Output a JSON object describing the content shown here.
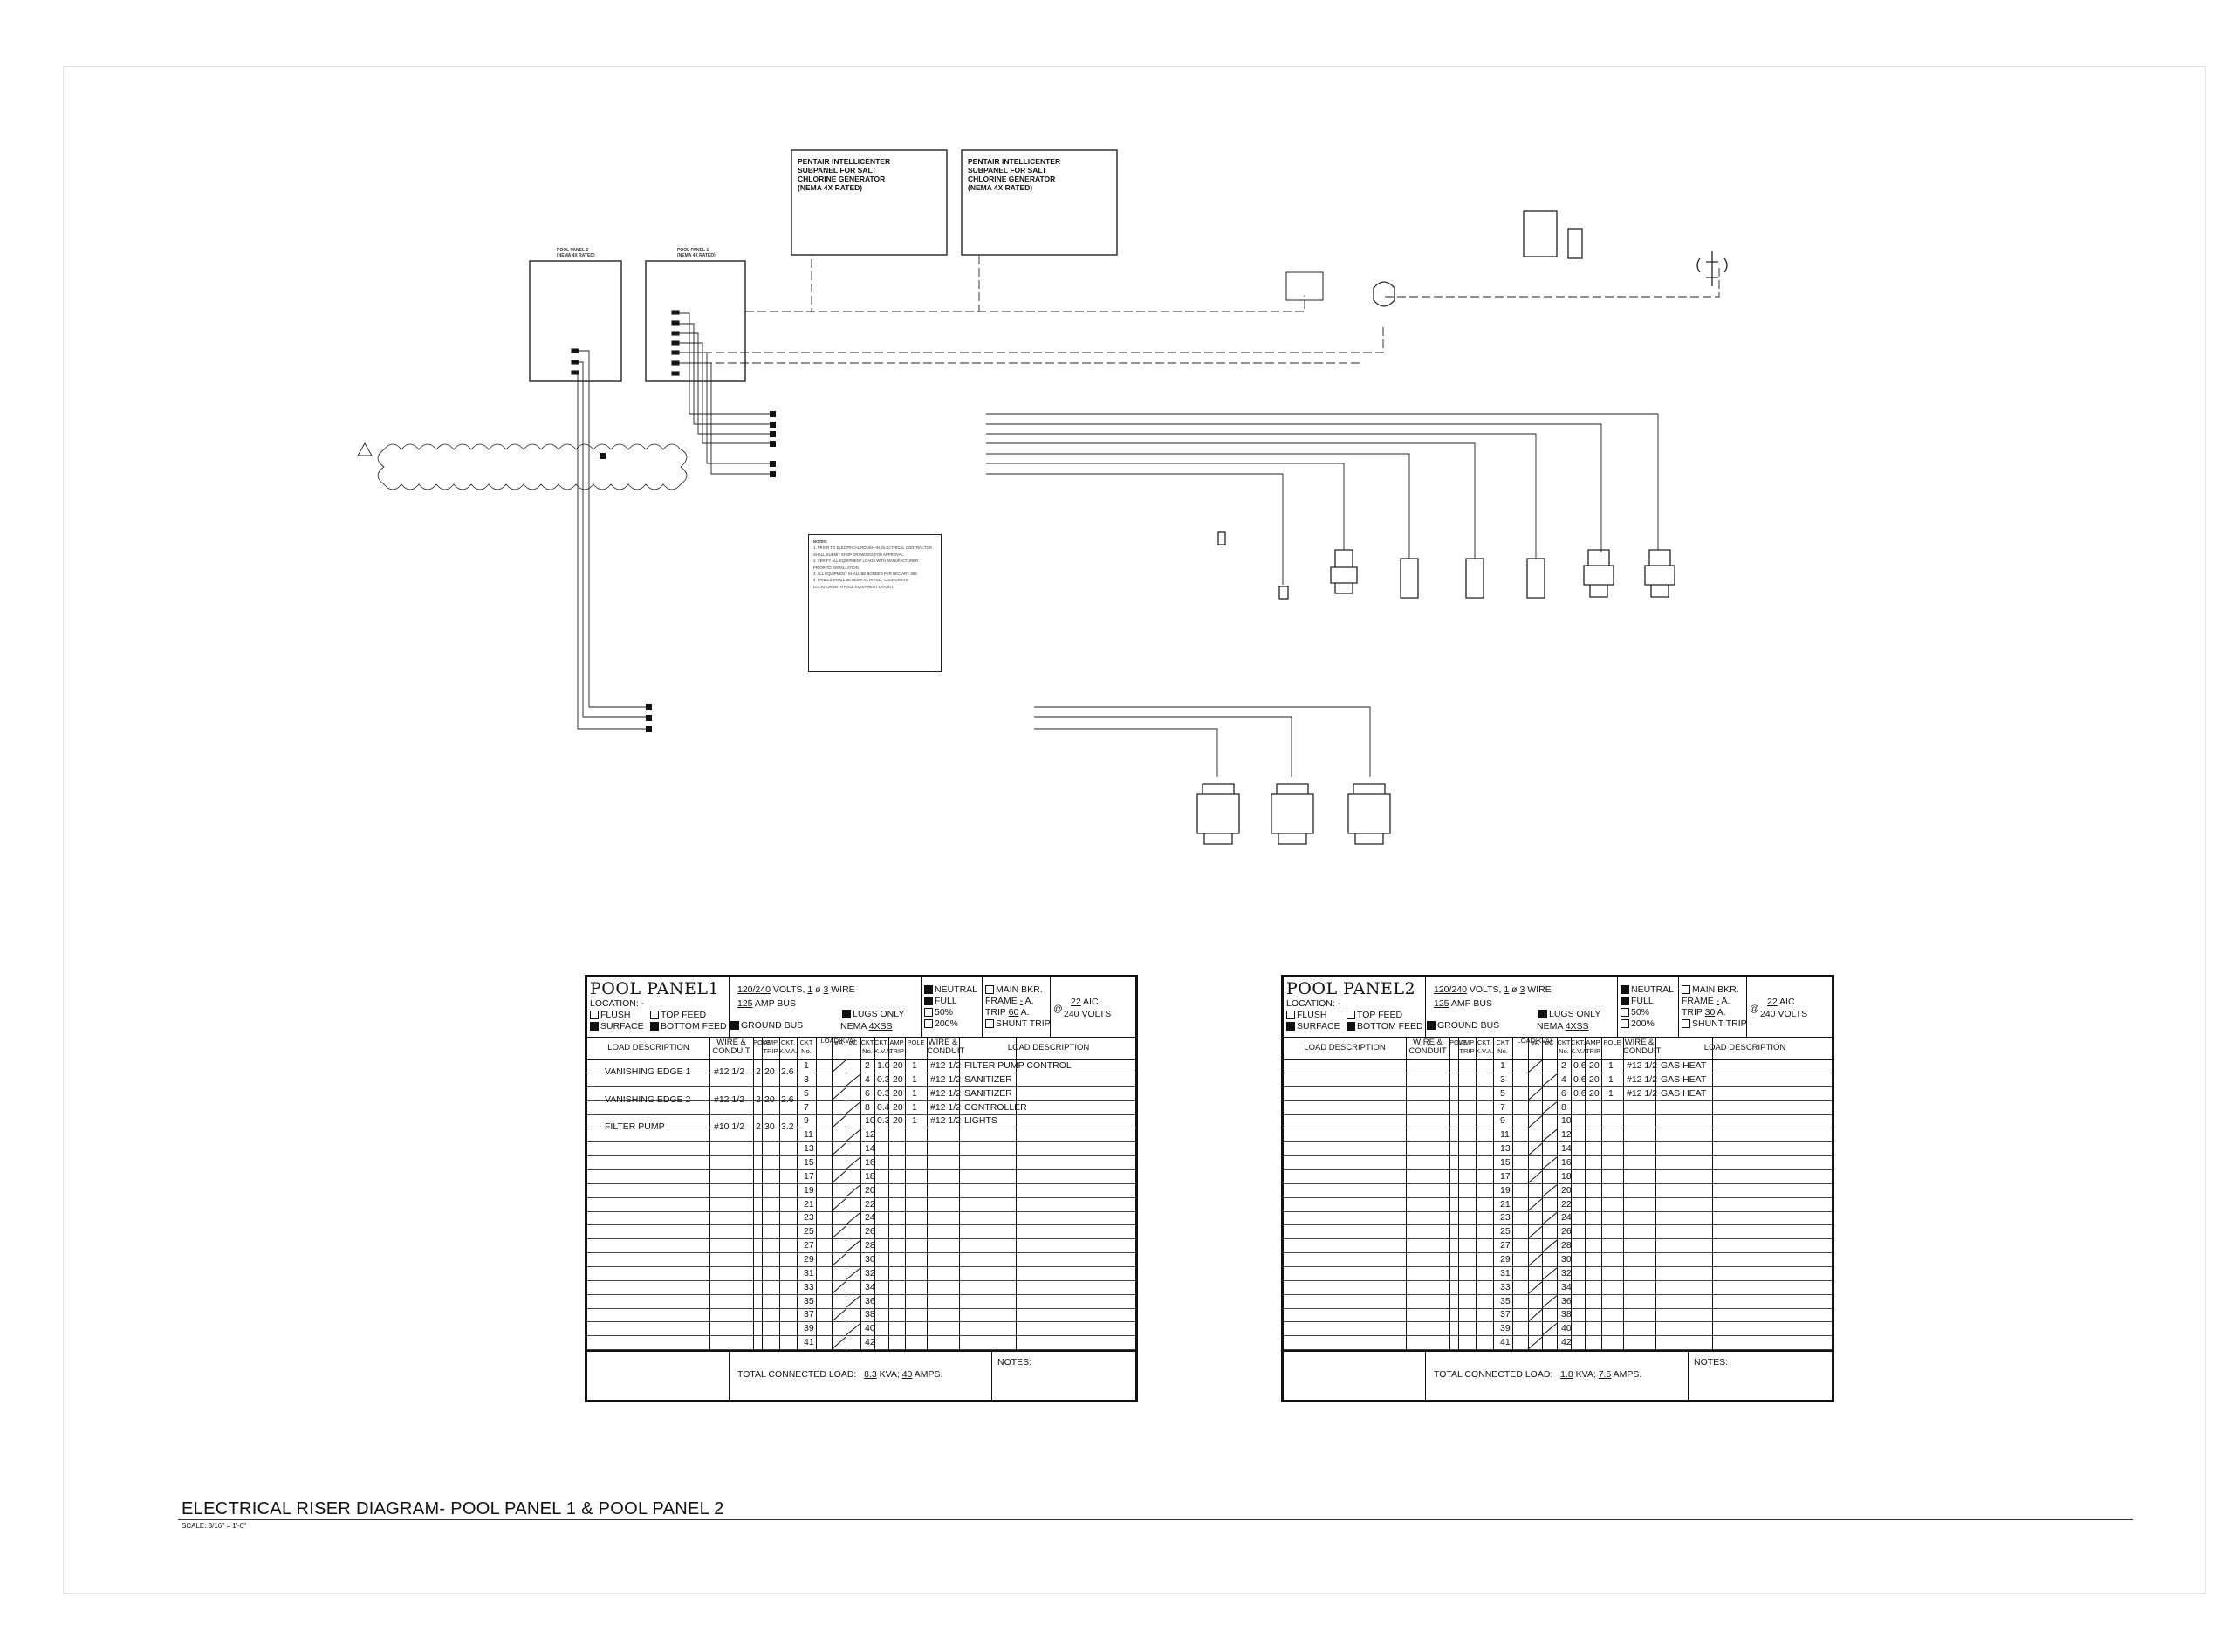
{
  "boxes": {
    "subpanel_a": [
      "PENTAIR INTELLICENTER",
      "SUBPANEL FOR SALT",
      "CHLORINE GENERATOR",
      "(NEMA 4X RATED)"
    ],
    "subpanel_b": [
      "PENTAIR INTELLICENTER",
      "SUBPANEL FOR SALT",
      "CHLORINE GENERATOR",
      "(NEMA 4X RATED)"
    ],
    "pool_panel_2_label": "POOL PANEL 2\n(NEMA 4X RATED)",
    "pool_panel_1_label": "POOL PANEL 1\n(NEMA 4X RATED)"
  },
  "notes_box": {
    "heading": "NOTES:",
    "lines": [
      "1. PRIOR TO ELECTRICAL ROUGH-IN, ELECTRICAL CONTRACTOR",
      "SHALL SUBMIT SHOP DRAWINGS FOR APPROVAL.",
      "2. VERIFY ALL EQUIPMENT LOADS WITH MANUFACTURER",
      "PRIOR TO INSTALLATION.",
      "3. ALL EQUIPMENT SHALL BE BONDED PER NEC ART. 680.",
      "4. PANELS SHALL BE NEMA 4X RATED, COORDINATE",
      "LOCATION WITH POOL EQUIPMENT LAYOUT."
    ]
  },
  "pool_panel_1": {
    "name": "POOL PANEL1",
    "volts": "120/240",
    "phase": "1",
    "wire": "3",
    "amp_bus": "125",
    "location": "LOCATION: -",
    "nema": "4XSS",
    "main_bkr_frame": "-",
    "main_bkr_trip": "60",
    "aic": "22",
    "aic_volts": "240",
    "total_kva": "8.3",
    "total_amps": "40",
    "left_loads": [
      {
        "desc": "VANISHING EDGE 1",
        "wire": "#12 1/2",
        "pole": "2",
        "amp": "20",
        "kva": "2.6"
      },
      {
        "desc": "VANISHING EDGE 2",
        "wire": "#12 1/2",
        "pole": "2",
        "amp": "20",
        "kva": "2.6"
      },
      {
        "desc": "FILTER PUMP",
        "wire": "#10 1/2",
        "pole": "2",
        "amp": "30",
        "kva": "3.2"
      }
    ],
    "right_loads": [
      {
        "kva": "1.0",
        "amp": "20",
        "pole": "1",
        "wire": "#12 1/2",
        "desc": "FILTER PUMP CONTROL"
      },
      {
        "kva": "0.3",
        "amp": "20",
        "pole": "1",
        "wire": "#12 1/2",
        "desc": "SANITIZER"
      },
      {
        "kva": "0.3",
        "amp": "20",
        "pole": "1",
        "wire": "#12 1/2",
        "desc": "SANITIZER"
      },
      {
        "kva": "0.4",
        "amp": "20",
        "pole": "1",
        "wire": "#12 1/2",
        "desc": "CONTROLLER"
      },
      {
        "kva": "0.3",
        "amp": "20",
        "pole": "1",
        "wire": "#12 1/2",
        "desc": "LIGHTS"
      }
    ]
  },
  "pool_panel_2": {
    "name": "POOL PANEL2",
    "volts": "120/240",
    "phase": "1",
    "wire": "3",
    "amp_bus": "125",
    "location": "LOCATION: -",
    "nema": "4XSS",
    "main_bkr_frame": "-",
    "main_bkr_trip": "30",
    "aic": "22",
    "aic_volts": "240",
    "total_kva": "1.8",
    "total_amps": "7.5",
    "left_loads": [],
    "right_loads": [
      {
        "kva": "0.6",
        "amp": "20",
        "pole": "1",
        "wire": "#12 1/2",
        "desc": "GAS HEAT"
      },
      {
        "kva": "0.6",
        "amp": "20",
        "pole": "1",
        "wire": "#12 1/2",
        "desc": "GAS HEAT"
      },
      {
        "kva": "0.6",
        "amp": "20",
        "pole": "1",
        "wire": "#12 1/2",
        "desc": "GAS HEAT"
      }
    ]
  },
  "schedule_labels": {
    "volts": "VOLTS,",
    "phase": "ø",
    "wire": "WIRE",
    "amp_bus": "AMP BUS",
    "neutral": "NEUTRAL",
    "full": "FULL",
    "fifty": "50%",
    "two_hundred": "200%",
    "main_bkr": "MAIN BKR.",
    "frame": "FRAME",
    "trip": "TRIP",
    "shunt_trip": "SHUNT TRIP",
    "aic": "AIC",
    "aic_volts": "VOLTS",
    "flush": "FLUSH",
    "surface": "SURFACE",
    "top_feed": "TOP FEED",
    "bottom_feed": "BOTTOM FEED",
    "lugs_only": "LUGS ONLY",
    "ground_bus": "GROUND BUS",
    "nema": "NEMA",
    "load_description": "LOAD DESCRIPTION",
    "wire_conduit": "WIRE &\nCONDUIT",
    "pole": "POLE",
    "amp_trip": "AMP\nTRIP",
    "ckt_kva": "CKT.\nK.V.A.",
    "ckt_no": "CKT\nNo.",
    "load_kva": "LOAD(KVA)",
    "phase_a": "øA",
    "phase_c": "øC",
    "total_connected_load": "TOTAL CONNECTED LOAD:",
    "kva": "KVA;",
    "amps": "AMPS.",
    "notes": "NOTES:"
  },
  "circuit_numbers": {
    "odd": [
      "1",
      "3",
      "5",
      "7",
      "9",
      "11",
      "13",
      "15",
      "17",
      "19",
      "21",
      "23",
      "25",
      "27",
      "29",
      "31",
      "33",
      "35",
      "37",
      "39",
      "41"
    ],
    "even": [
      "2",
      "4",
      "6",
      "8",
      "10",
      "12",
      "14",
      "16",
      "18",
      "20",
      "22",
      "24",
      "26",
      "28",
      "30",
      "32",
      "34",
      "36",
      "38",
      "40",
      "42"
    ]
  },
  "sheet": {
    "title": "ELECTRICAL RISER DIAGRAM- POOL PANEL 1 & POOL PANEL 2",
    "scale": "SCALE: 3/16\" = 1'-0\""
  }
}
